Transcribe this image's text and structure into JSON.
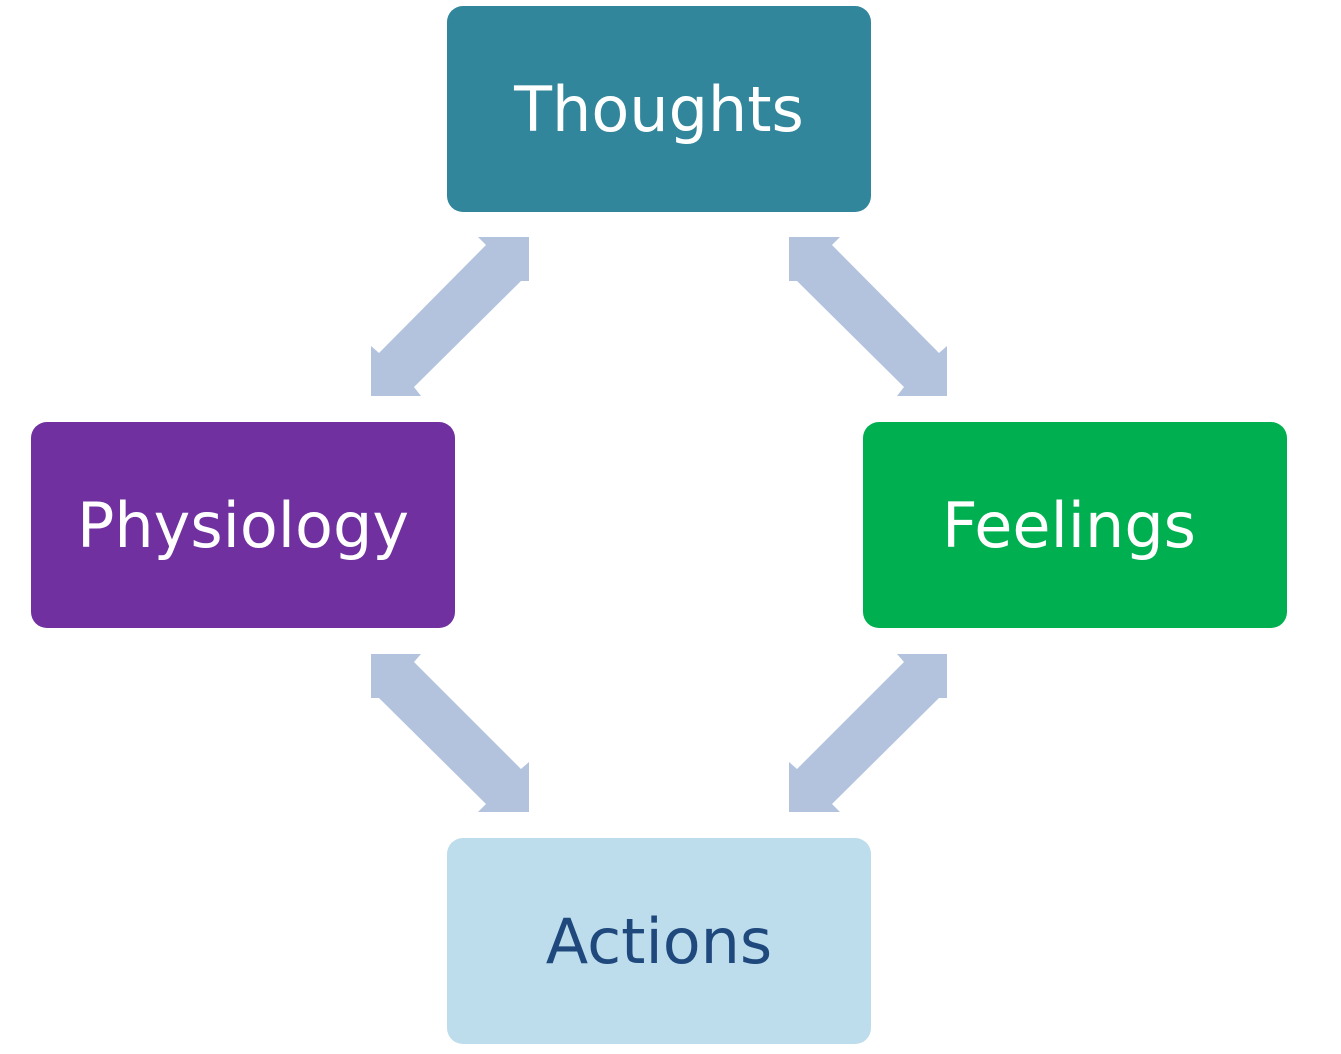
{
  "diagram": {
    "title": "",
    "nodes": [
      {
        "id": "thoughts",
        "label": "Thoughts",
        "fill": "#31869b",
        "text_color": "#ffffff"
      },
      {
        "id": "feelings",
        "label": "Feelings",
        "fill": "#00b050",
        "text_color": "#ffffff"
      },
      {
        "id": "physiology",
        "label": "Physiology",
        "fill": "#7030a0",
        "text_color": "#ffffff"
      },
      {
        "id": "actions",
        "label": "Actions",
        "fill": "#bddcec",
        "text_color": "#1f497d"
      }
    ],
    "edges": [
      {
        "from": "thoughts",
        "to": "feelings",
        "type": "bidirectional"
      },
      {
        "from": "thoughts",
        "to": "physiology",
        "type": "bidirectional"
      },
      {
        "from": "feelings",
        "to": "actions",
        "type": "bidirectional"
      },
      {
        "from": "physiology",
        "to": "actions",
        "type": "bidirectional"
      }
    ],
    "arrow_color": "#b3c3de"
  }
}
